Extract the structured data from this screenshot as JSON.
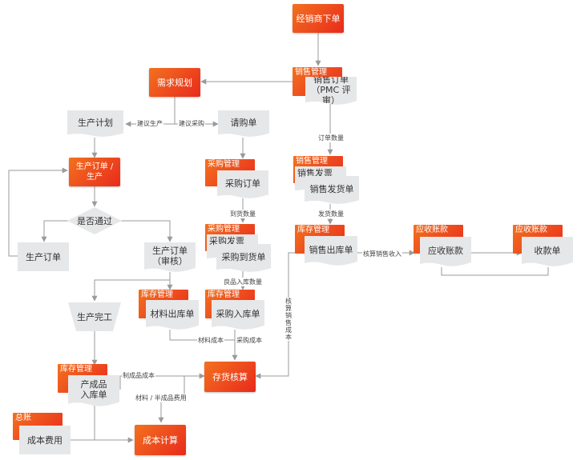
{
  "nodes": {
    "dealer_order": "经销商下单",
    "sales_mgmt_tag": "销售管理",
    "sales_order": "销售订单\n（PMC 评审）",
    "demand_plan": "需求规划",
    "prod_plan": "生产计划",
    "requisition": "请购单",
    "prod_order": "生产订单 /\n生产",
    "decision": "是否通过",
    "prod_order2": "生产订单",
    "prod_order_review": "生产订单\n（审核）",
    "purchase_mgmt_tag1": "采购管理",
    "purchase_order": "采购订单",
    "sales_mgmt_tag2": "销售管理",
    "sales_invoice": "销售发票",
    "sales_delivery": "销售发货单",
    "purchase_mgmt_tag2": "采购管理",
    "purchase_invoice": "采购发票",
    "purchase_arrival": "采购到货单",
    "stock_mgmt_tag1": "库存管理",
    "sales_outbound": "销售出库单",
    "ar_tag1": "应收账款",
    "ar_doc": "应收账款",
    "ar_tag2": "应收账款",
    "receipt": "收款单",
    "prod_complete": "生产完工",
    "stock_mgmt_tag2": "库存管理",
    "material_outbound": "材料出库单",
    "stock_mgmt_tag3": "库存管理",
    "purchase_inbound": "采购入库单",
    "stock_mgmt_tag4": "库存管理",
    "finished_inbound": "产成品\n入库单",
    "inventory_accounting": "存货核算",
    "gl_tag": "总账",
    "cost_expense": "成本费用",
    "cost_calc": "成本计算"
  },
  "edge_labels": {
    "suggest_prod": "建议生产",
    "suggest_purchase": "建议采购",
    "order_qty": "订单数量",
    "arrival_qty": "到货数量",
    "ship_qty": "发货数量",
    "good_inbound_qty": "良品入库数量",
    "ar_recognize": "核算销售收入",
    "sales_cost": "核算销售成本",
    "material_cost": "材料成本",
    "purchase_cost": "采购成本",
    "finished_cost": "制成品成本",
    "material_semi_cost": "材料 / 半成品费用"
  },
  "colors": {
    "accent": "#f3711f",
    "accent_dark": "#e82a1c",
    "box": "#e6e7e8",
    "line": "#9a9a9a"
  }
}
